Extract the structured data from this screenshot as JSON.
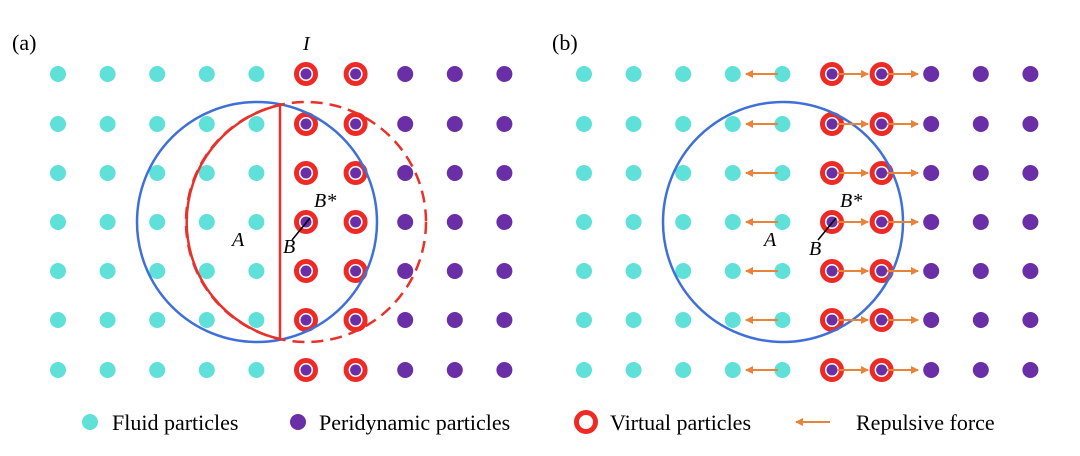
{
  "panels": [
    {
      "label": "(a)",
      "labels": {
        "A": "A",
        "B": "B",
        "Bstar": "B*",
        "I": "I"
      }
    },
    {
      "label": "(b)",
      "labels": {
        "A": "A",
        "B": "B",
        "Bstar": "B*"
      }
    }
  ],
  "legend": {
    "fluid": "Fluid particles",
    "peridynamic": "Peridynamic particles",
    "virtual": "Virtual particles",
    "force": "Repulsive force"
  },
  "colors": {
    "fluid": "#5fe0d8",
    "peridynamic": "#6a2ea6",
    "virtual_ring": "#ee2a24",
    "circle": "#3f6fd8",
    "red_line": "#e8312a",
    "arrow": "#e8833a"
  }
}
